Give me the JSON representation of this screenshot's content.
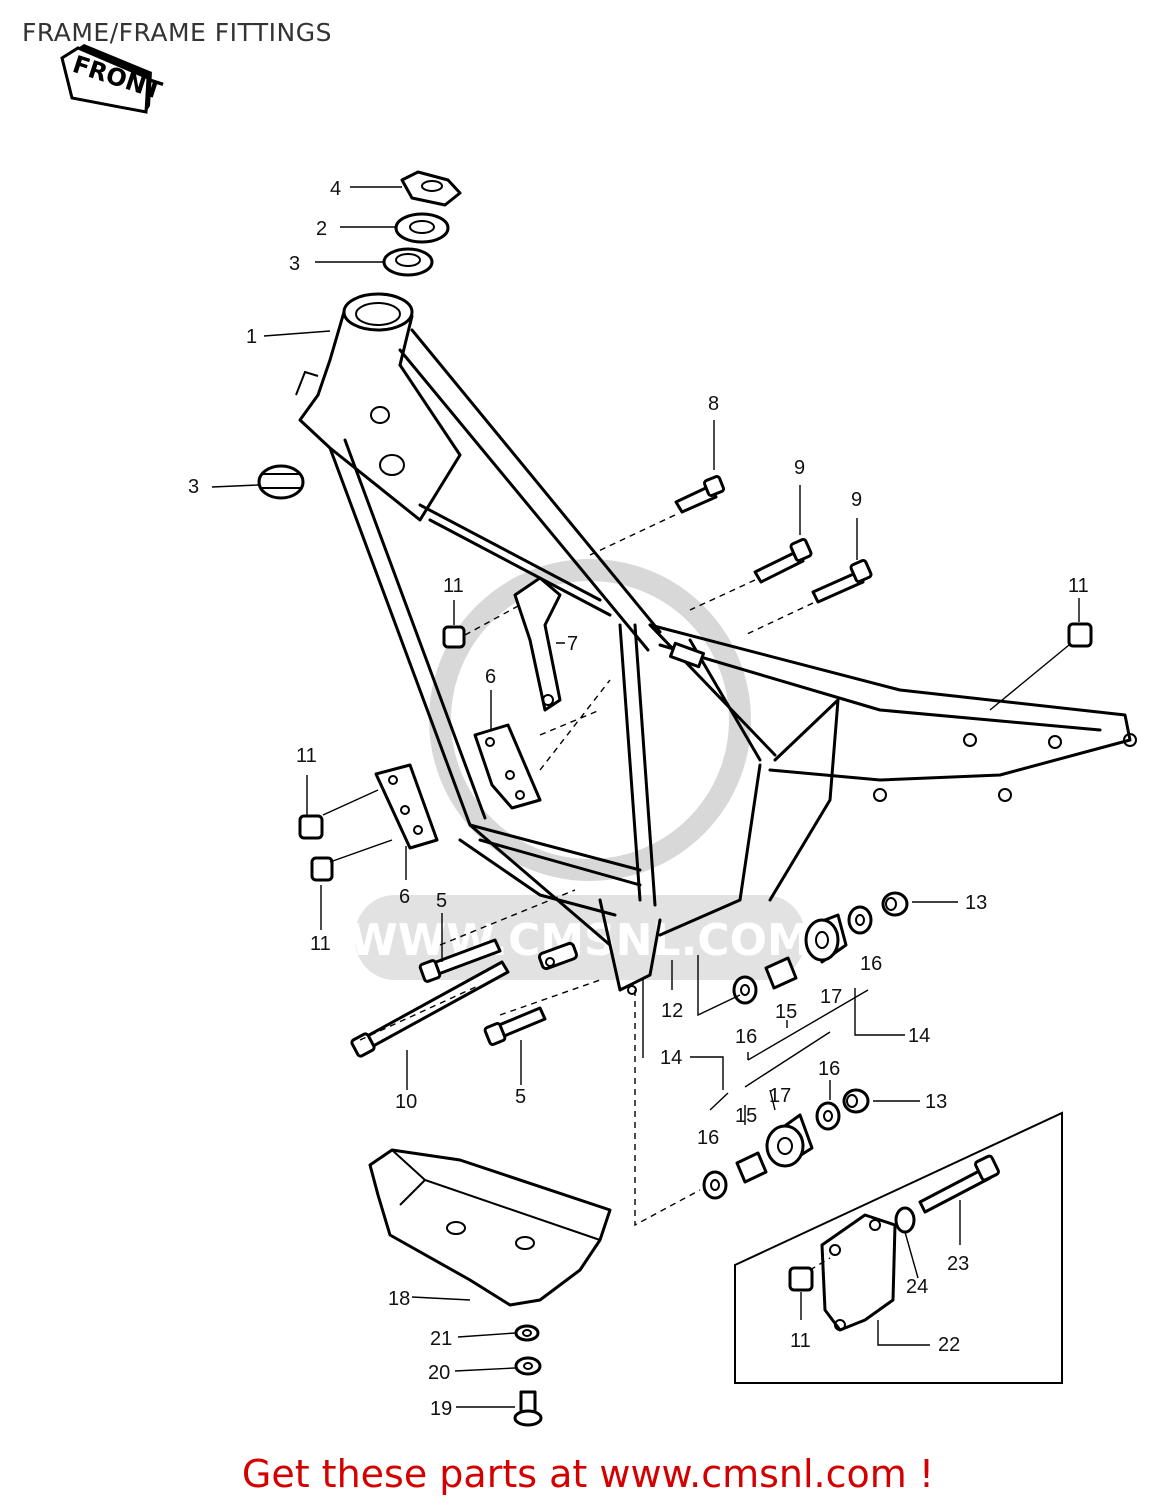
{
  "title": "FRAME/FRAME FITTINGS",
  "front_label": "FRONT",
  "footer": "Get these parts at www.cmsnl.com !",
  "watermark": "WWW.CMSNL.COM",
  "part_labels": [
    "1",
    "2",
    "3",
    "3",
    "4",
    "5",
    "5",
    "6",
    "6",
    "7",
    "8",
    "9",
    "9",
    "10",
    "11",
    "11",
    "11",
    "11",
    "11",
    "12",
    "13",
    "13",
    "14",
    "14",
    "15",
    "15",
    "16",
    "16",
    "16",
    "16",
    "17",
    "17",
    "18",
    "19",
    "20",
    "21",
    "22",
    "23",
    "24"
  ],
  "colors": {
    "footer": "#d40000",
    "watermark": "#cfcfcf"
  }
}
